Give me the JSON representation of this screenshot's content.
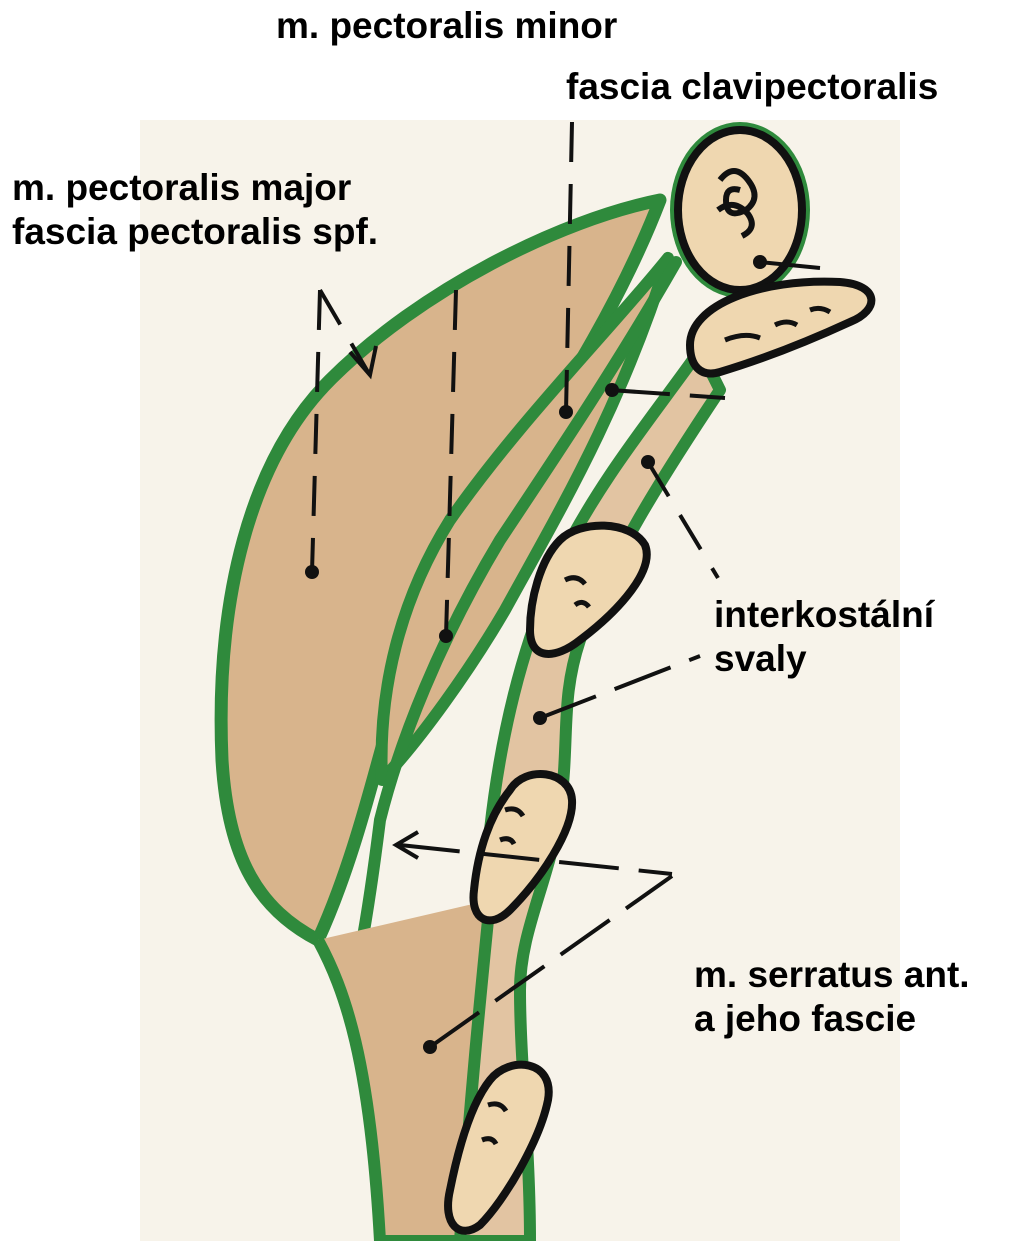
{
  "labels": {
    "pectoralis_minor": "m. pectoralis minor",
    "fascia_clavipectoralis": "fascia clavipectoralis",
    "pectoralis_major_line1": "m. pectoralis major",
    "pectoralis_major_line2": "fascia pectoralis spf.",
    "interkostalni_line1": "interkostální",
    "interkostalni_line2": "svaly",
    "serratus_line1": "m. serratus ant.",
    "serratus_line2": "a jeho fascie"
  },
  "colors": {
    "background": "#ffffff",
    "paper": "#f7f3ea",
    "muscle": "#d8b48c",
    "muscle_light": "#e2c4a2",
    "fascia": "#2f8a3c",
    "bone_fill": "#efd7b0",
    "outline": "#111111",
    "text": "#000000"
  }
}
